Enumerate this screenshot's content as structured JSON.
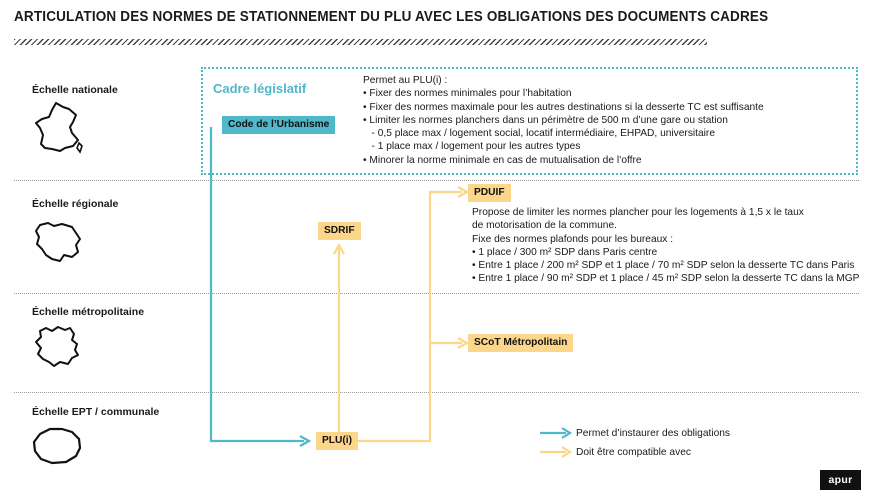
{
  "title": "ARTICULATION DES NORMES DE STATIONNEMENT DU PLU AVEC LES OBLIGATIONS DES DOCUMENTS CADRES",
  "scales": [
    {
      "label": "Échelle nationale",
      "icon": "france-map-icon"
    },
    {
      "label": "Échelle régionale",
      "icon": "ile-de-france-map-icon"
    },
    {
      "label": "Échelle métropolitaine",
      "icon": "metropole-map-icon"
    },
    {
      "label": "Échelle EPT / communale",
      "icon": "paris-map-icon"
    }
  ],
  "cadre": {
    "title": "Cadre législatif",
    "intro": "Permet au PLU(i) :",
    "lines": [
      "• Fixer des normes minimales pour l’habitation",
      "• Fixer des normes maximale pour les autres destinations si la desserte TC est suffisante",
      "• Limiter les normes planchers dans un périmètre de 500 m d’une gare ou station",
      "   - 0,5 place max / logement social, locatif intermédiaire, EHPAD, universitaire",
      "   - 1 place max / logement pour les autres types",
      "• Minorer la norme minimale en cas de mutualisation de l’offre"
    ]
  },
  "nodes": {
    "code": "Code de l’Urbanisme",
    "sdrif": "SDRIF",
    "pduif": "PDUIF",
    "scot": "SCoT Métropolitain",
    "plu": "PLU(i)"
  },
  "pduif_text": [
    "Propose de limiter les normes plancher pour les logements à 1,5 x le taux",
    "de motorisation de la commune.",
    "Fixe des normes plafonds pour les bureaux :",
    "• 1 place / 300 m² SDP dans Paris centre",
    "• Entre 1 place / 200 m² SDP et 1 place / 70 m² SDP selon la desserte TC dans Paris",
    "• Entre 1 place / 90 m² SDP et 1 place / 45 m² SDP selon la desserte TC dans la MGP"
  ],
  "legend": {
    "teal_label": "Permet d’instaurer des obligations",
    "yellow_label": "Doit être compatible avec"
  },
  "logo": "apur",
  "colors": {
    "teal": "#4fb8c9",
    "yellow": "#fcd68a",
    "text": "#1a1a1a"
  }
}
